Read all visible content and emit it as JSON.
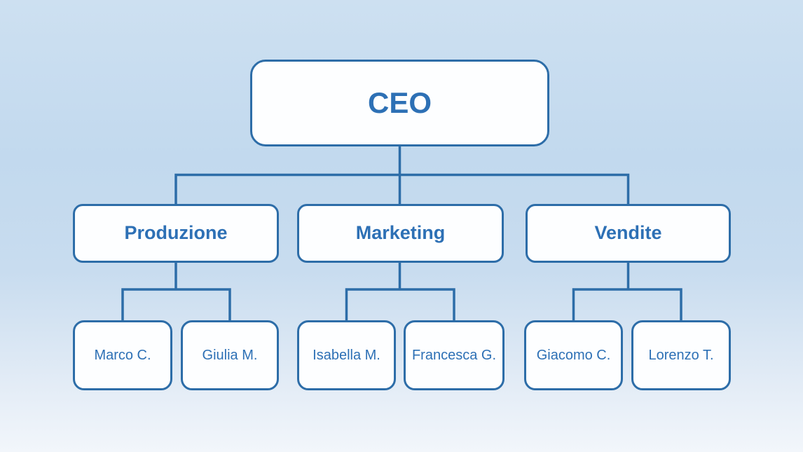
{
  "org_chart": {
    "root": {
      "label": "CEO"
    },
    "departments": [
      {
        "label": "Produzione",
        "members": [
          {
            "label": "Marco C."
          },
          {
            "label": "Giulia M."
          }
        ]
      },
      {
        "label": "Marketing",
        "members": [
          {
            "label": "Isabella M."
          },
          {
            "label": "Francesca G."
          }
        ]
      },
      {
        "label": "Vendite",
        "members": [
          {
            "label": "Giacomo C."
          },
          {
            "label": "Lorenzo T."
          }
        ]
      }
    ]
  },
  "colors": {
    "node_border": "#2d6da8",
    "node_fill": "#fdfeff",
    "label_text": "#2d70b5",
    "connector": "#2d6da8",
    "background_top": "#cde0f1",
    "background_bottom": "#f2f6fb"
  }
}
